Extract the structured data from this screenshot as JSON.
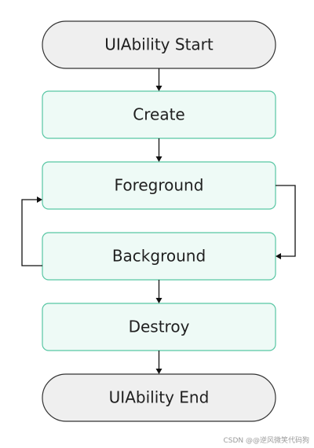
{
  "nodes": {
    "start": {
      "label": "UIAbility Start"
    },
    "create": {
      "label": "Create"
    },
    "foreground": {
      "label": "Foreground"
    },
    "background": {
      "label": "Background"
    },
    "destroy": {
      "label": "Destroy"
    },
    "end": {
      "label": "UIAbility End"
    }
  },
  "colors": {
    "pill_fill": "#efefef",
    "pill_stroke": "#333333",
    "state_fill": "#eefaf6",
    "state_stroke": "#57c6a3",
    "arrow": "#111111"
  },
  "watermark": "CSDN @@逆风微笑代码狗"
}
